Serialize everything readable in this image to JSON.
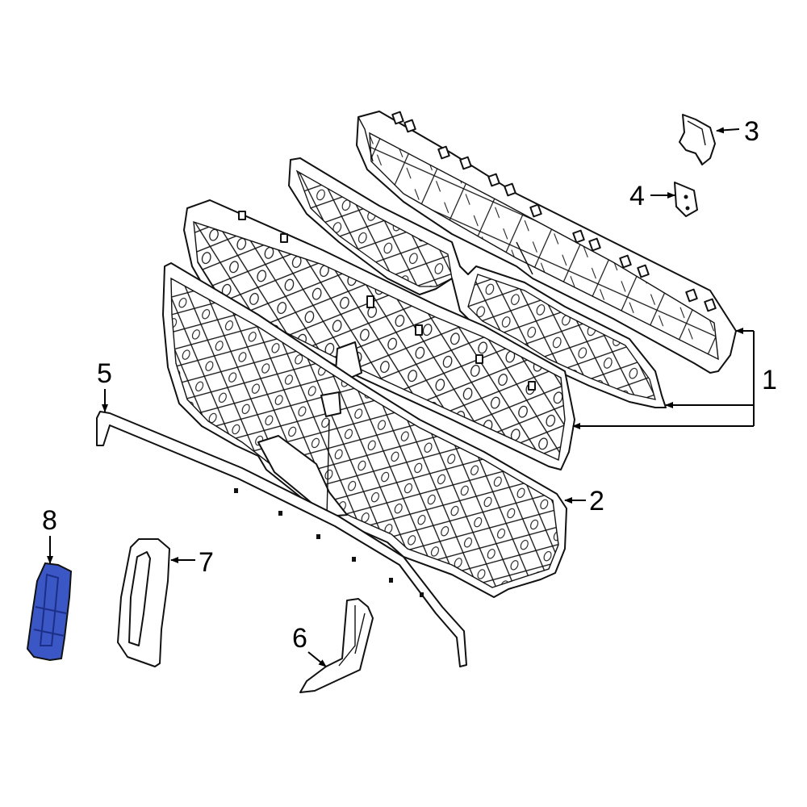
{
  "callouts": {
    "c1": "1",
    "c2": "2",
    "c3": "3",
    "c4": "4",
    "c5": "5",
    "c6": "6",
    "c7": "7",
    "c8": "8"
  },
  "colors": {
    "line": "#111111",
    "highlight": "#3b57c6",
    "highlight_dark": "#1c2f86",
    "background": "#ffffff"
  },
  "highlighted_part": "8"
}
